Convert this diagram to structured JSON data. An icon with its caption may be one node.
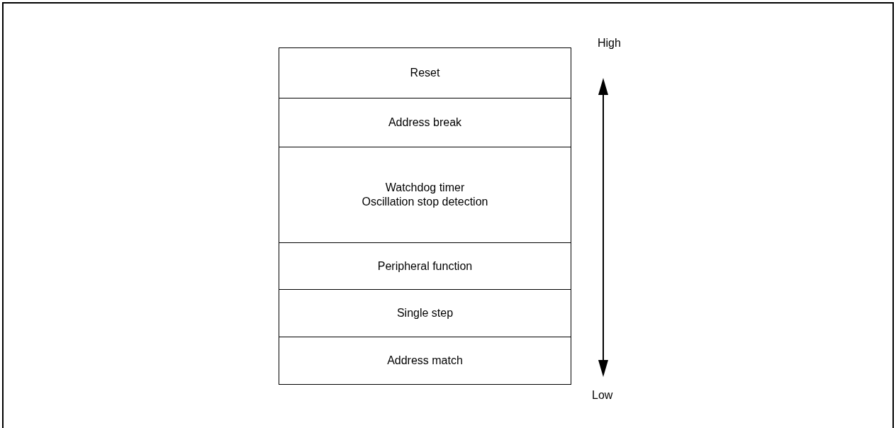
{
  "diagram": {
    "nodes": [
      {
        "text": [
          "Reset"
        ]
      },
      {
        "text": [
          "Address break"
        ]
      },
      {
        "text": [
          "Watchdog timer",
          "Oscillation stop detection"
        ]
      },
      {
        "text": [
          "Peripheral function"
        ]
      },
      {
        "text": [
          "Single step"
        ]
      },
      {
        "text": [
          "Address match"
        ]
      }
    ],
    "labels": [
      "High",
      "Low"
    ]
  }
}
